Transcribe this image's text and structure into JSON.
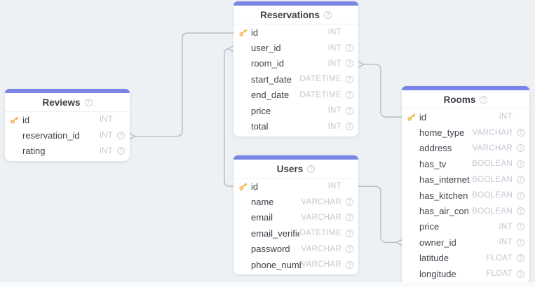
{
  "colors": {
    "canvas": "#eef1f4",
    "accent": "#7b85e6",
    "wire": "#b2b9c3",
    "key": "#f5a427",
    "typetext": "#c2c8d0"
  },
  "icons": {
    "help_glyph": "?",
    "pk_icon_name": "key-icon",
    "help_icon_name": "question-circle-icon"
  },
  "tables": [
    {
      "id": "reservations",
      "title": "Reservations",
      "columns": [
        {
          "name": "id",
          "type": "INT",
          "pk": true
        },
        {
          "name": "user_id",
          "type": "INT"
        },
        {
          "name": "room_id",
          "type": "INT"
        },
        {
          "name": "start_date",
          "type": "DATETIME"
        },
        {
          "name": "end_date",
          "type": "DATETIME"
        },
        {
          "name": "price",
          "type": "INT"
        },
        {
          "name": "total",
          "type": "INT"
        }
      ]
    },
    {
      "id": "reviews",
      "title": "Reviews",
      "columns": [
        {
          "name": "id",
          "type": "INT",
          "pk": true
        },
        {
          "name": "reservation_id",
          "type": "INT"
        },
        {
          "name": "rating",
          "type": "INT"
        }
      ]
    },
    {
      "id": "users",
      "title": "Users",
      "columns": [
        {
          "name": "id",
          "type": "INT",
          "pk": true
        },
        {
          "name": "name",
          "type": "VARCHAR"
        },
        {
          "name": "email",
          "type": "VARCHAR"
        },
        {
          "name": "email_verified_at",
          "type": "DATETIME"
        },
        {
          "name": "password",
          "type": "VARCHAR"
        },
        {
          "name": "phone_number",
          "type": "VARCHAR"
        }
      ]
    },
    {
      "id": "rooms",
      "title": "Rooms",
      "columns": [
        {
          "name": "id",
          "type": "INT",
          "pk": true
        },
        {
          "name": "home_type",
          "type": "VARCHAR"
        },
        {
          "name": "address",
          "type": "VARCHAR"
        },
        {
          "name": "has_tv",
          "type": "BOOLEAN"
        },
        {
          "name": "has_internet",
          "type": "BOOLEAN"
        },
        {
          "name": "has_kitchen",
          "type": "BOOLEAN"
        },
        {
          "name": "has_air_con",
          "type": "BOOLEAN"
        },
        {
          "name": "price",
          "type": "INT"
        },
        {
          "name": "owner_id",
          "type": "INT"
        },
        {
          "name": "latitude",
          "type": "FLOAT"
        },
        {
          "name": "longitude",
          "type": "FLOAT"
        }
      ]
    }
  ],
  "relationships": [
    {
      "from": "reviews.reservation_id",
      "to": "reservations.id",
      "crow_foot_at": "reviews.reservation_id"
    },
    {
      "from": "reservations.user_id",
      "to": "users.id",
      "crow_foot_at": "reservations.user_id"
    },
    {
      "from": "reservations.room_id",
      "to": "rooms.id",
      "crow_foot_at": "reservations.room_id"
    },
    {
      "from": "rooms.owner_id",
      "to": "users.id",
      "crow_foot_at": "rooms.owner_id"
    }
  ]
}
